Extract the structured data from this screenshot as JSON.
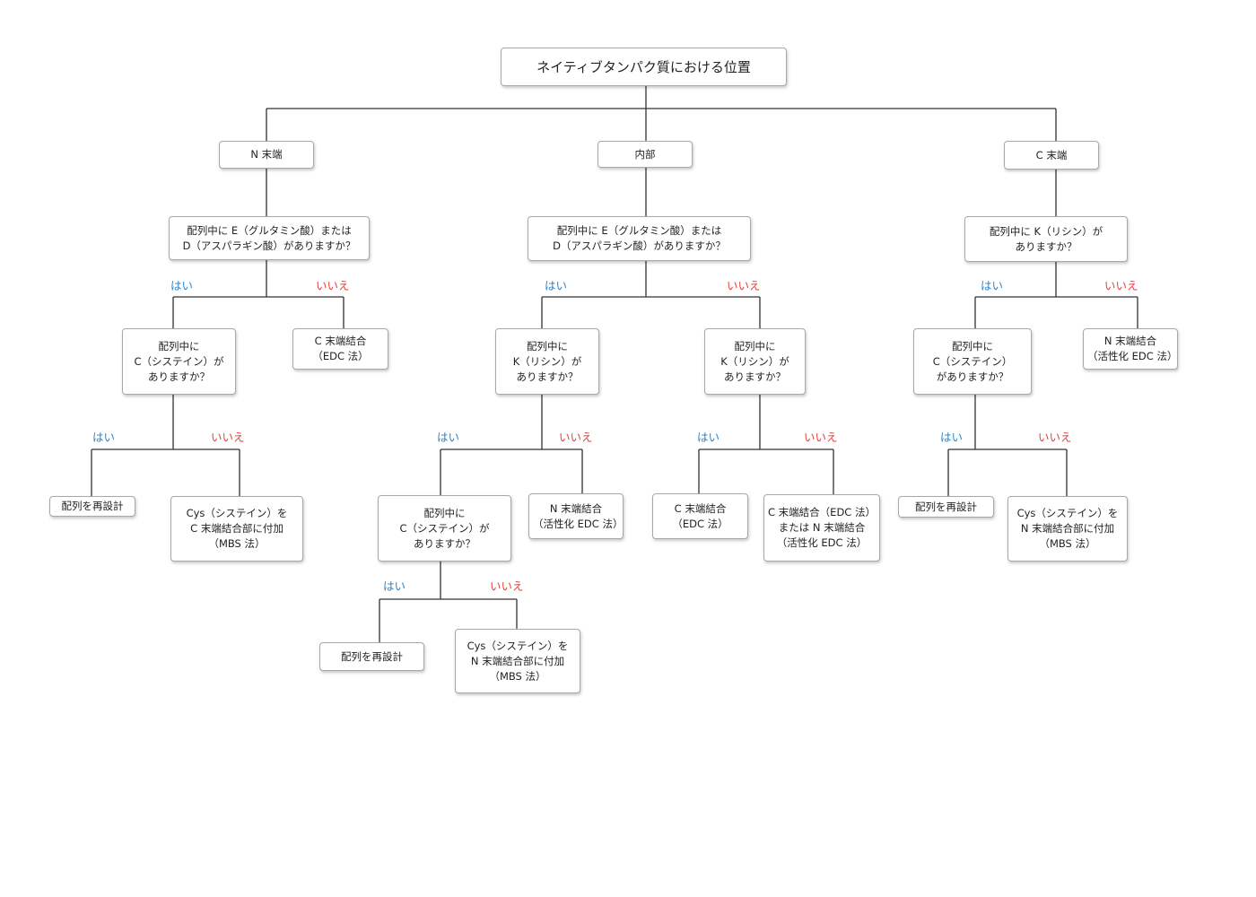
{
  "colors": {
    "yes": "#2b84c8",
    "no": "#e8403a",
    "connector": "#333333",
    "border": "#a8a8a8"
  },
  "root": {
    "text": "ネイティブタンパク質における位置"
  },
  "branches": {
    "n_term": {
      "label": "N 末端",
      "q1": "配列中に E（グルタミン酸）または\nD（アスパラギン酸）がありますか？",
      "q1_yes": "はい",
      "q1_no": "いいえ",
      "q1_no_result": "C 末端結合\n（EDC 法）",
      "q2": "配列中に\nC（システイン）が\nありますか？",
      "q2_yes": "はい",
      "q2_no": "いいえ",
      "q2_yes_result": "配列を再設計",
      "q2_no_result": "Cys（システイン）を\nC 末端結合部に付加\n（MBS 法）"
    },
    "internal": {
      "label": "内部",
      "q1": "配列中に E（グルタミン酸）または\nD（アスパラギン酸）がありますか？",
      "q1_yes": "はい",
      "q1_no": "いいえ",
      "yes_q": "配列中に\nK（リシン）が\nありますか？",
      "yes_q_yes": "はい",
      "yes_q_no": "いいえ",
      "yes_q_no_result": "N 末端結合\n（活性化 EDC 法）",
      "yes_q_yes_q": "配列中に\nC（システイン）が\nありますか？",
      "yes_q_yes_q_yes": "はい",
      "yes_q_yes_q_no": "いいえ",
      "yes_q_yes_q_yes_result": "配列を再設計",
      "yes_q_yes_q_no_result": "Cys（システイン）を\nN 末端結合部に付加\n（MBS 法）",
      "no_q": "配列中に\nK（リシン）が\nありますか？",
      "no_q_yes": "はい",
      "no_q_no": "いいえ",
      "no_q_yes_result": "C 末端結合\n（EDC 法）",
      "no_q_no_result": "C 末端結合（EDC 法）\nまたは N 末端結合\n（活性化 EDC 法）"
    },
    "c_term": {
      "label": "C 末端",
      "q1": "配列中に K（リシン）が\nありますか？",
      "q1_yes": "はい",
      "q1_no": "いいえ",
      "q1_no_result": "N 末端結合\n（活性化 EDC 法）",
      "q2": "配列中に\nC（システイン）\nがありますか？",
      "q2_yes": "はい",
      "q2_no": "いいえ",
      "q2_yes_result": "配列を再設計",
      "q2_no_result": "Cys（システイン）を\nN 末端結合部に付加\n（MBS 法）"
    }
  }
}
